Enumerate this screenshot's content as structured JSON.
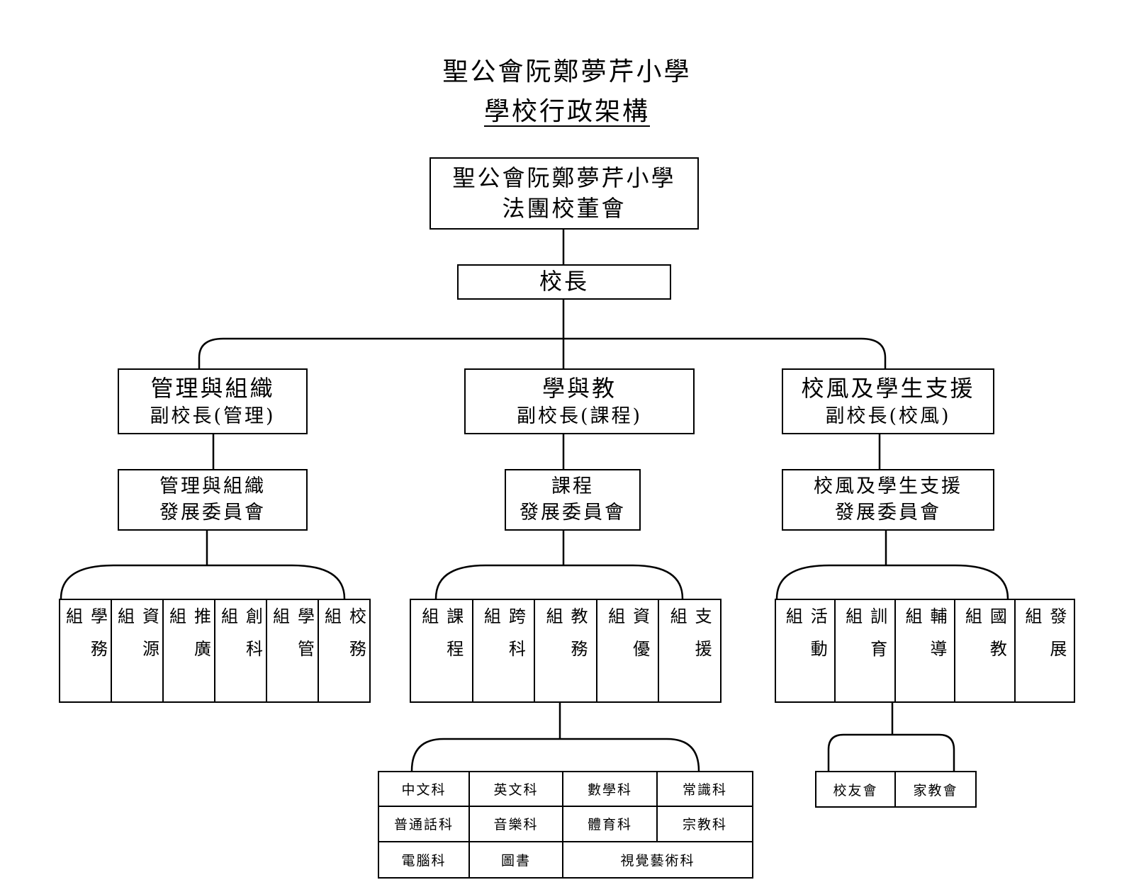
{
  "header": {
    "title": "聖公會阮鄭夢芹小學",
    "subtitle": "學校行政架構"
  },
  "board": {
    "line1": "聖公會阮鄭夢芹小學",
    "line2": "法團校董會"
  },
  "principal": "校長",
  "branches": [
    {
      "name": "管理與組織",
      "vp": "副校長(管理)",
      "committee": [
        "管理與組織",
        "發展委員會"
      ],
      "groups": [
        "學務組",
        "資源組",
        "推廣組",
        "創科組",
        "學管組",
        "校務組"
      ]
    },
    {
      "name": "學與教",
      "vp": "副校長(課程)",
      "committee": [
        "課程",
        "發展委員會"
      ],
      "groups": [
        "課程組",
        "跨科組",
        "教務組",
        "資優組",
        "支援組"
      ]
    },
    {
      "name": "校風及學生支援",
      "vp": "副校長(校風)",
      "committee": [
        "校風及學生支援",
        "發展委員會"
      ],
      "groups": [
        "活動組",
        "訓育組",
        "輔導組",
        "國教組",
        "發展組"
      ]
    }
  ],
  "subjects": [
    "中文科",
    "英文科",
    "數學科",
    "常識科",
    "普通話科",
    "音樂科",
    "體育科",
    "宗教科",
    "電腦科",
    "圖書",
    "視覺藝術科"
  ],
  "associations": [
    "校友會",
    "家教會"
  ]
}
